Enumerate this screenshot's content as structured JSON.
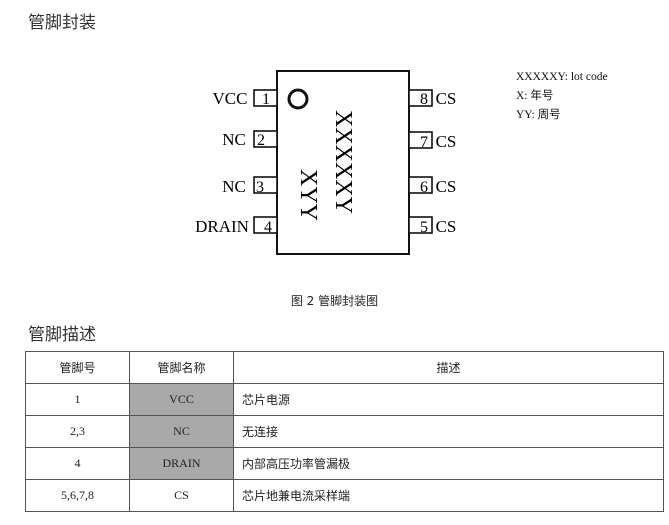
{
  "section1": {
    "title": "管脚封装"
  },
  "figure": {
    "left_pins": [
      {
        "label": "VCC",
        "num": "1"
      },
      {
        "label": "NC",
        "num": "2"
      },
      {
        "label": "NC",
        "num": "3"
      },
      {
        "label": "DRAIN",
        "num": "4"
      }
    ],
    "right_pins": [
      {
        "num": "8",
        "label": "CS"
      },
      {
        "num": "7",
        "label": "CS"
      },
      {
        "num": "6",
        "label": "CS"
      },
      {
        "num": "5",
        "label": "CS"
      }
    ],
    "marking_line1": "XXXXXY",
    "marking_line2": "XYY",
    "legend": [
      "XXXXXY:  lot code",
      "X:  年号",
      "YY:  周号"
    ],
    "caption": "图 2  管脚封装图"
  },
  "section2": {
    "title": "管脚描述"
  },
  "table": {
    "headers": [
      "管脚号",
      "管脚名称",
      "描述"
    ],
    "rows": [
      {
        "num": "1",
        "name": "VCC",
        "desc": "芯片电源",
        "highlight": true
      },
      {
        "num": "2,3",
        "name": "NC",
        "desc": "无连接",
        "highlight": true
      },
      {
        "num": "4",
        "name": "DRAIN",
        "desc": "内部高压功率管漏极",
        "highlight": true
      },
      {
        "num": "5,6,7,8",
        "name": "CS",
        "desc": "芯片地兼电流采样端",
        "highlight": false
      }
    ]
  }
}
